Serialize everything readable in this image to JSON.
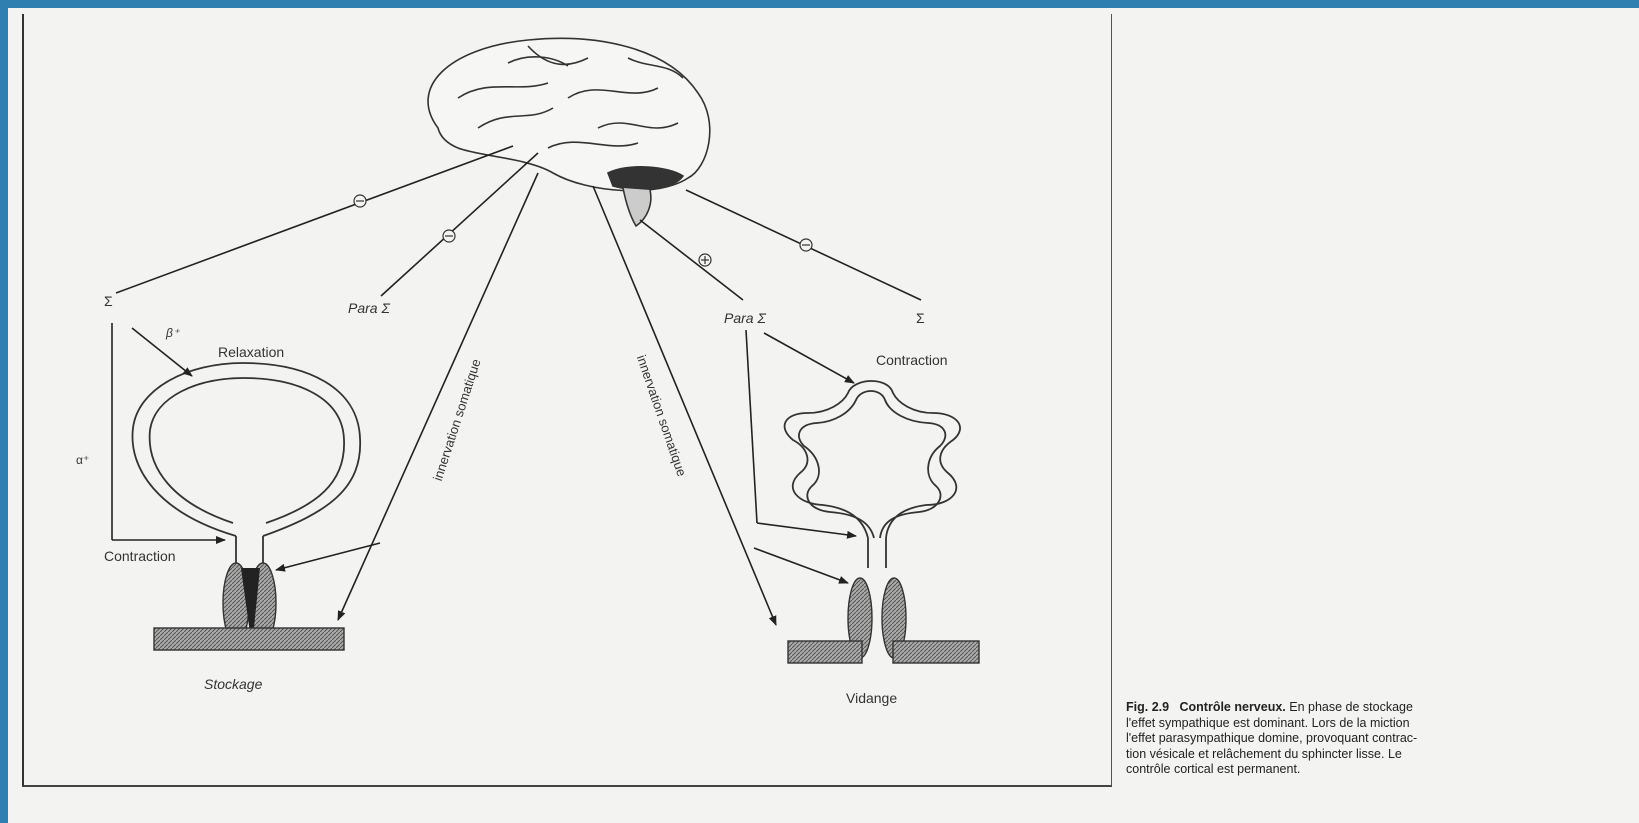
{
  "labels": {
    "sigma_left": "Σ",
    "beta": "β⁺",
    "alpha": "α⁺",
    "relaxation": "Relaxation",
    "contraction_left": "Contraction",
    "para_left": "Para Σ",
    "innervation_left": "innervation somatique",
    "innervation_right": "innervation somatique",
    "para_right": "Para Σ",
    "sigma_right": "Σ",
    "contraction_right": "Contraction",
    "stockage": "Stockage",
    "vidange": "Vidange"
  },
  "signs": {
    "minus": "⊖",
    "plus": "⊕"
  },
  "caption": {
    "figure": "Fig. 2.9",
    "title": "Contrôle nerveux.",
    "line1": "En phase de stockage",
    "line2": "l'effet sympathique est dominant. Lors de la miction",
    "line3": "l'effet parasympathique domine, provoquant contrac-",
    "line4": "tion vésicale et relâchement du sphincter lisse. Le",
    "line5": "contrôle cortical est permanent."
  }
}
